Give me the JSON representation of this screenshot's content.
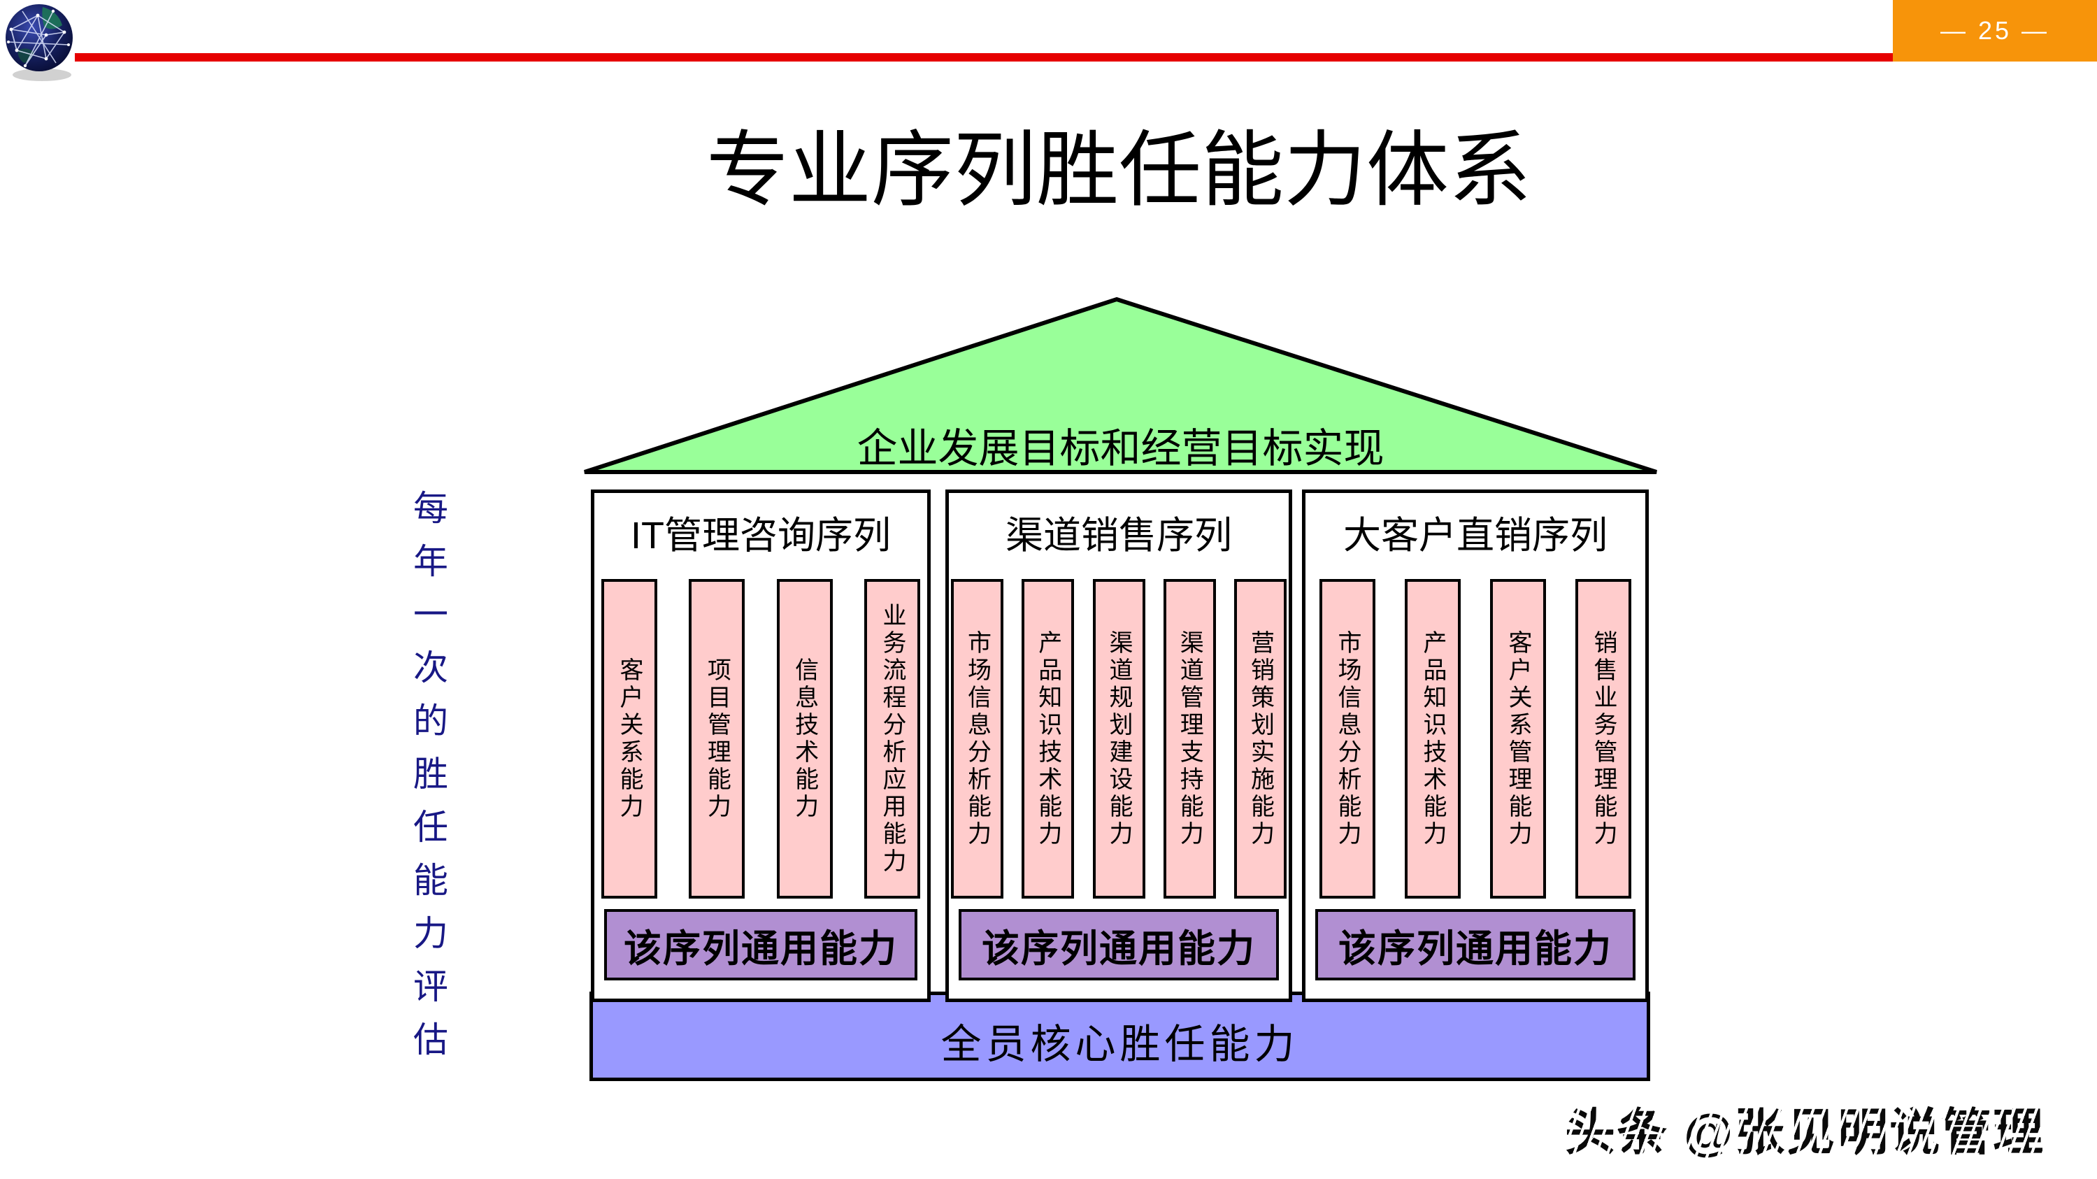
{
  "slide": {
    "title": "专业序列胜任能力体系",
    "page_number": "— 25 —"
  },
  "left_note": "每年一次的胜任能力评估",
  "house": {
    "roof_label": "企业发展目标和经营目标实现",
    "base_label": "全员核心胜任能力",
    "sections": [
      {
        "header": "IT管理咨询序列",
        "pillars": [
          "客户关系能力",
          "项目管理能力",
          "信息技术能力",
          "业务流程分析应用能力"
        ],
        "common_label": "该序列通用能力"
      },
      {
        "header": "渠道销售序列",
        "pillars": [
          "市场信息分析能力",
          "产品知识技术能力",
          "渠道规划建设能力",
          "渠道管理支持能力",
          "营销策划实施能力"
        ],
        "common_label": "该序列通用能力"
      },
      {
        "header": "大客户直销序列",
        "pillars": [
          "市场信息分析能力",
          "产品知识技术能力",
          "客户关系管理能力",
          "销售业务管理能力"
        ],
        "common_label": "该序列通用能力"
      }
    ]
  },
  "watermark": "头条 @张见明说管理",
  "icons": {
    "logo": "globe-network-icon"
  },
  "colors": {
    "red_line": "#e60000",
    "page_badge_bg": "#f7940a",
    "roof_green": "#99ff99",
    "pillar_pink": "#ffcccc",
    "common_purple": "#b18fd2",
    "base_blue": "#9999ff",
    "left_note_navy": "#181885",
    "outline_black": "#000000"
  }
}
